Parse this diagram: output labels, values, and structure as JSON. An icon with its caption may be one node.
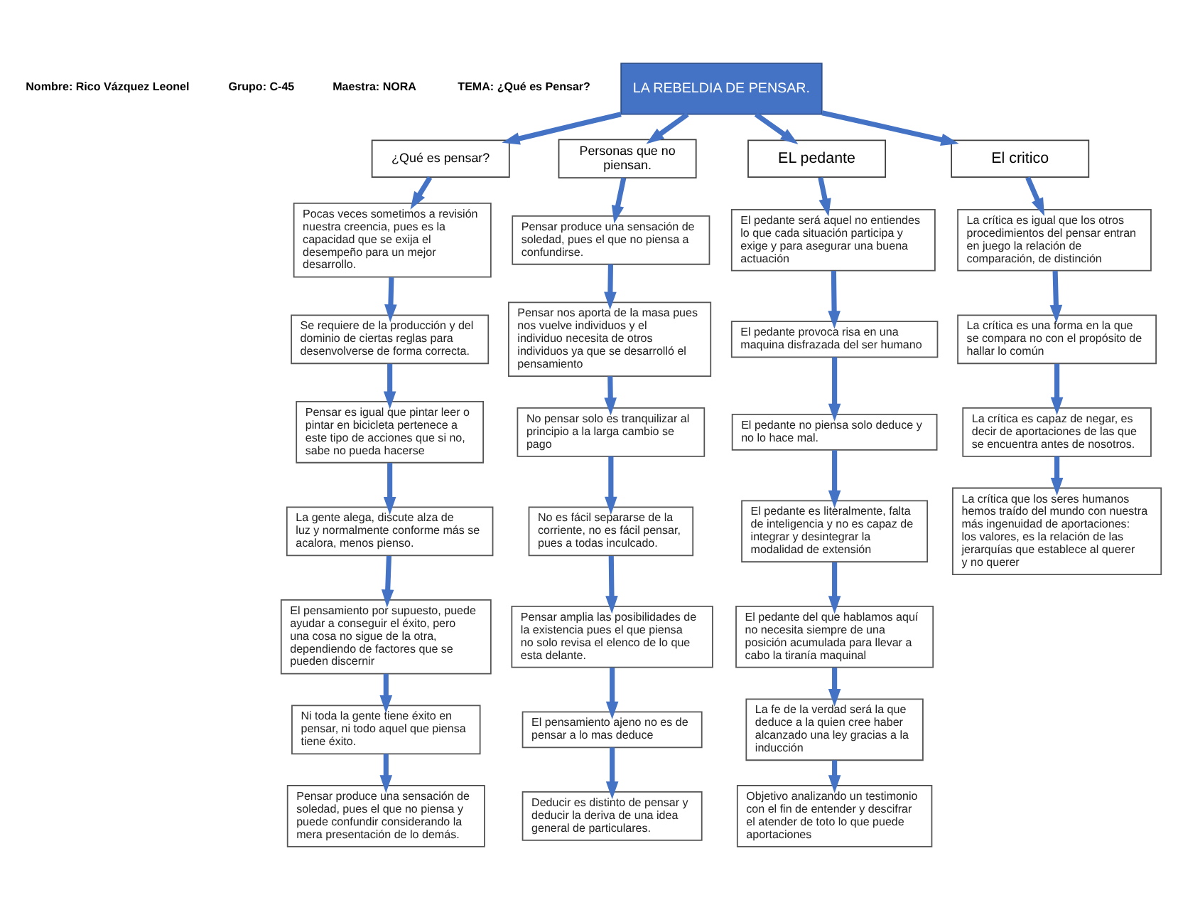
{
  "diagram": {
    "nodes": [
      {
        "text": [
          "LA REBELDIA DE PENSAR."
        ]
      },
      {
        "text": [
          "¿Qué es pensar?"
        ]
      },
      {
        "text": [
          "Personas que no piensan."
        ]
      },
      {
        "text": [
          "EL pedante"
        ]
      },
      {
        "text": [
          "El critico"
        ]
      },
      {
        "text": [
          "Pocas veces sometimos a revisión nuestra creencia, pues es la capacidad que se exija el desempeño para un mejor desarrollo."
        ]
      },
      {
        "text": [
          "Se requiere de la producción y del dominio de ciertas reglas para desenvolverse de forma correcta."
        ]
      },
      {
        "text": [
          "Pensar es igual que pintar leer o pintar en bicicleta pertenece a este tipo de acciones que si no, sabe no pueda hacerse"
        ]
      },
      {
        "text": [
          "La gente alega, discute alza de luz y normalmente conforme más se acalora, menos pienso."
        ]
      },
      {
        "text": [
          "El pensamiento por supuesto, puede ayudar a conseguir el éxito, pero una cosa no sigue de la otra, dependiendo de factores que se pueden discernir"
        ]
      },
      {
        "text": [
          "Ni toda la gente tiene éxito en pensar, ni todo aquel que piensa tiene éxito."
        ]
      },
      {
        "text": [
          "Pensar produce una sensación de soledad, pues el que no piensa y puede confundir considerando la mera presentación de lo demás."
        ]
      },
      {
        "text": [
          "Pensar produce una sensación de soledad, pues el que no piensa a confundirse."
        ]
      },
      {
        "text": [
          "Pensar nos aporta de la masa pues nos vuelve individuos y el individuo necesita de otros individuos ya que se desarrolló el pensamiento"
        ]
      },
      {
        "text": [
          "No pensar solo es tranquilizar al principio a la larga cambio se pago"
        ]
      },
      {
        "text": [
          "No es fácil separarse de la corriente, no es fácil pensar, pues a todas inculcado."
        ]
      },
      {
        "text": [
          "Pensar amplia las posibilidades de la existencia pues el que piensa no solo revisa el elenco de lo que esta delante."
        ]
      },
      {
        "text": [
          "El pensamiento ajeno no es de pensar a lo mas deduce"
        ]
      },
      {
        "text": [
          "Deducir es distinto de pensar y deducir la deriva de una idea general de particulares."
        ]
      },
      {
        "text": [
          "El pedante será aquel no entiendes lo que cada situación participa y exige y para asegurar una buena actuación"
        ]
      },
      {
        "text": [
          "El pedante provoca risa en una maquina disfrazada del ser humano"
        ]
      },
      {
        "text": [
          "El pedante no piensa solo deduce y no lo hace mal."
        ]
      },
      {
        "text": [
          "El pedante es literalmente, falta de inteligencia y no es capaz de integrar y desintegrar la modalidad de extensión"
        ]
      },
      {
        "text": [
          "El pedante del que hablamos aquí no necesita siempre de una posición acumulada para llevar a cabo la tiranía maquinal"
        ]
      },
      {
        "text": [
          "La fe de la verdad será la que deduce a la quien cree haber alcanzado una ley gracias a la inducción"
        ]
      },
      {
        "text": [
          "Objetivo analizando un testimonio con el fin de entender y descifrar el atender de toto lo que puede aportaciones"
        ]
      },
      {
        "text": [
          "La crítica es igual que los otros procedimientos del pensar entran en juego la relación de comparación, de distinción"
        ]
      },
      {
        "text": [
          "La crítica es una forma en la que se compara no con el propósito de hallar lo común"
        ]
      },
      {
        "text": [
          "La crítica es capaz de negar, es decir de aportaciones de las que se encuentra antes de nosotros."
        ]
      },
      {
        "text": [
          "La crítica que los seres humanos hemos traído del mundo con nuestra más ingenuidad de aportaciones: los valores, es la relación de las jerarquías que establece al querer y no querer"
        ]
      }
    ],
    "edges": [
      {
        "from": 0,
        "to": 1,
        "arrow": "to"
      },
      {
        "from": 0,
        "to": 2,
        "arrow": "to"
      },
      {
        "from": 0,
        "to": 3,
        "arrow": "to"
      },
      {
        "from": 0,
        "to": 4,
        "arrow": "to"
      },
      {
        "from": 1,
        "to": 5,
        "arrow": "to"
      },
      {
        "from": 5,
        "to": 6,
        "arrow": "to"
      },
      {
        "from": 6,
        "to": 7,
        "arrow": "to"
      },
      {
        "from": 7,
        "to": 8,
        "arrow": "to"
      },
      {
        "from": 8,
        "to": 9,
        "arrow": "to"
      },
      {
        "from": 9,
        "to": 10,
        "arrow": "to"
      },
      {
        "from": 10,
        "to": 11,
        "arrow": "to"
      },
      {
        "from": 2,
        "to": 12,
        "arrow": "to"
      },
      {
        "from": 12,
        "to": 13,
        "arrow": "to"
      },
      {
        "from": 13,
        "to": 14,
        "arrow": "to"
      },
      {
        "from": 14,
        "to": 15,
        "arrow": "to"
      },
      {
        "from": 15,
        "to": 16,
        "arrow": "to"
      },
      {
        "from": 16,
        "to": 17,
        "arrow": "to"
      },
      {
        "from": 17,
        "to": 18,
        "arrow": "to"
      },
      {
        "from": 3,
        "to": 19,
        "arrow": "to"
      },
      {
        "from": 19,
        "to": 20,
        "arrow": "to"
      },
      {
        "from": 20,
        "to": 21,
        "arrow": "to"
      },
      {
        "from": 21,
        "to": 22,
        "arrow": "to"
      },
      {
        "from": 22,
        "to": 23,
        "arrow": "to"
      },
      {
        "from": 23,
        "to": 24,
        "arrow": "to"
      },
      {
        "from": 24,
        "to": 25,
        "arrow": "to"
      },
      {
        "from": 4,
        "to": 26,
        "arrow": "to"
      },
      {
        "from": 26,
        "to": 27,
        "arrow": "to"
      },
      {
        "from": 27,
        "to": 28,
        "arrow": "to"
      },
      {
        "from": 28,
        "to": 29,
        "arrow": "to"
      }
    ],
    "labels": [
      "Nombre: Rico Vázquez Leonel",
      "Grupo: C-45",
      "Maestra: NORA",
      "TEMA: ¿Qué es Pensar?"
    ]
  }
}
